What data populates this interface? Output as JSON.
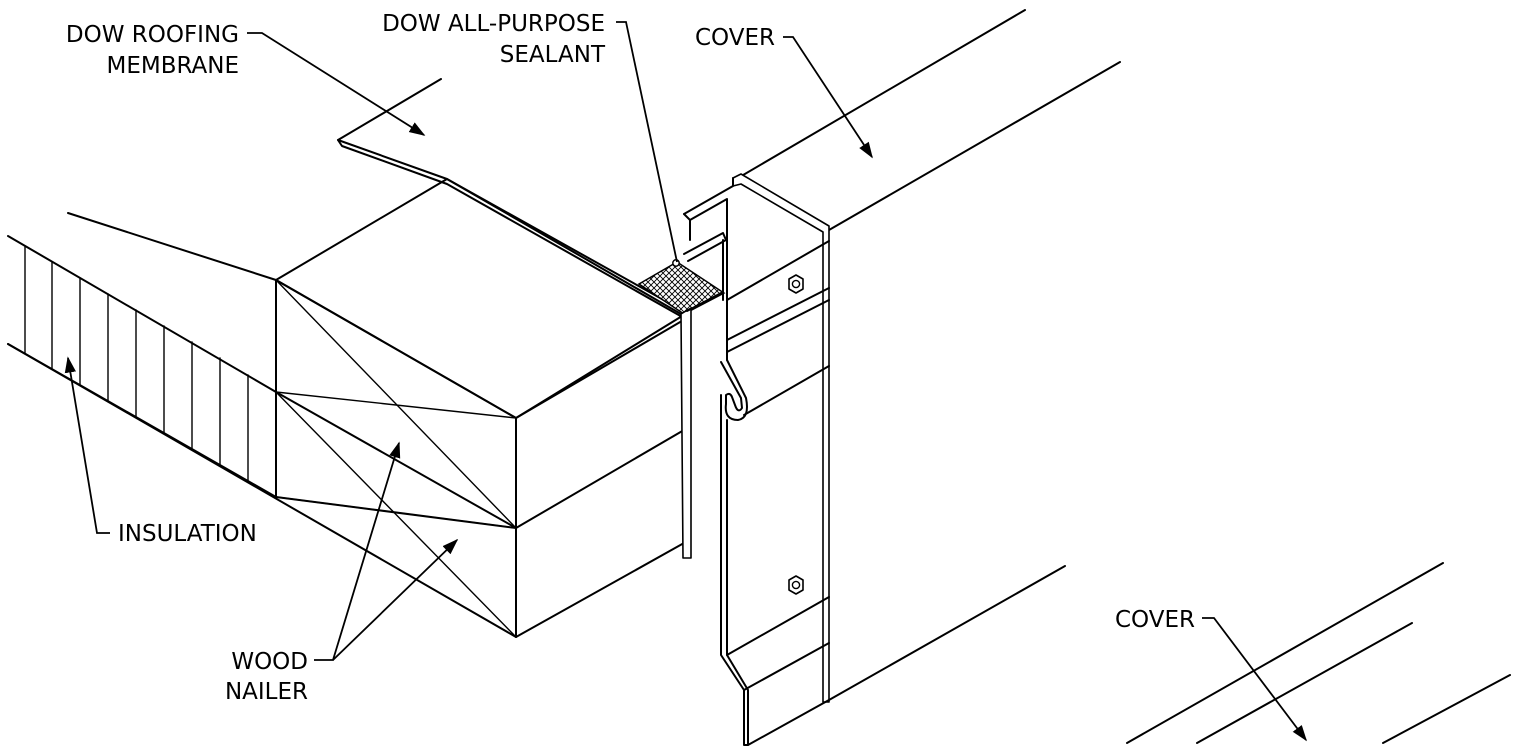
{
  "labels": {
    "dow_roofing_membrane": [
      "DOW ROOFING",
      "MEMBRANE"
    ],
    "dow_all_purpose_sealant": [
      "DOW ALL-PURPOSE",
      "SEALANT"
    ],
    "cover_top": "COVER",
    "insulation": "INSULATION",
    "wood_nailer": [
      "WOOD",
      "NAILER"
    ],
    "cover_bottom": "COVER"
  }
}
